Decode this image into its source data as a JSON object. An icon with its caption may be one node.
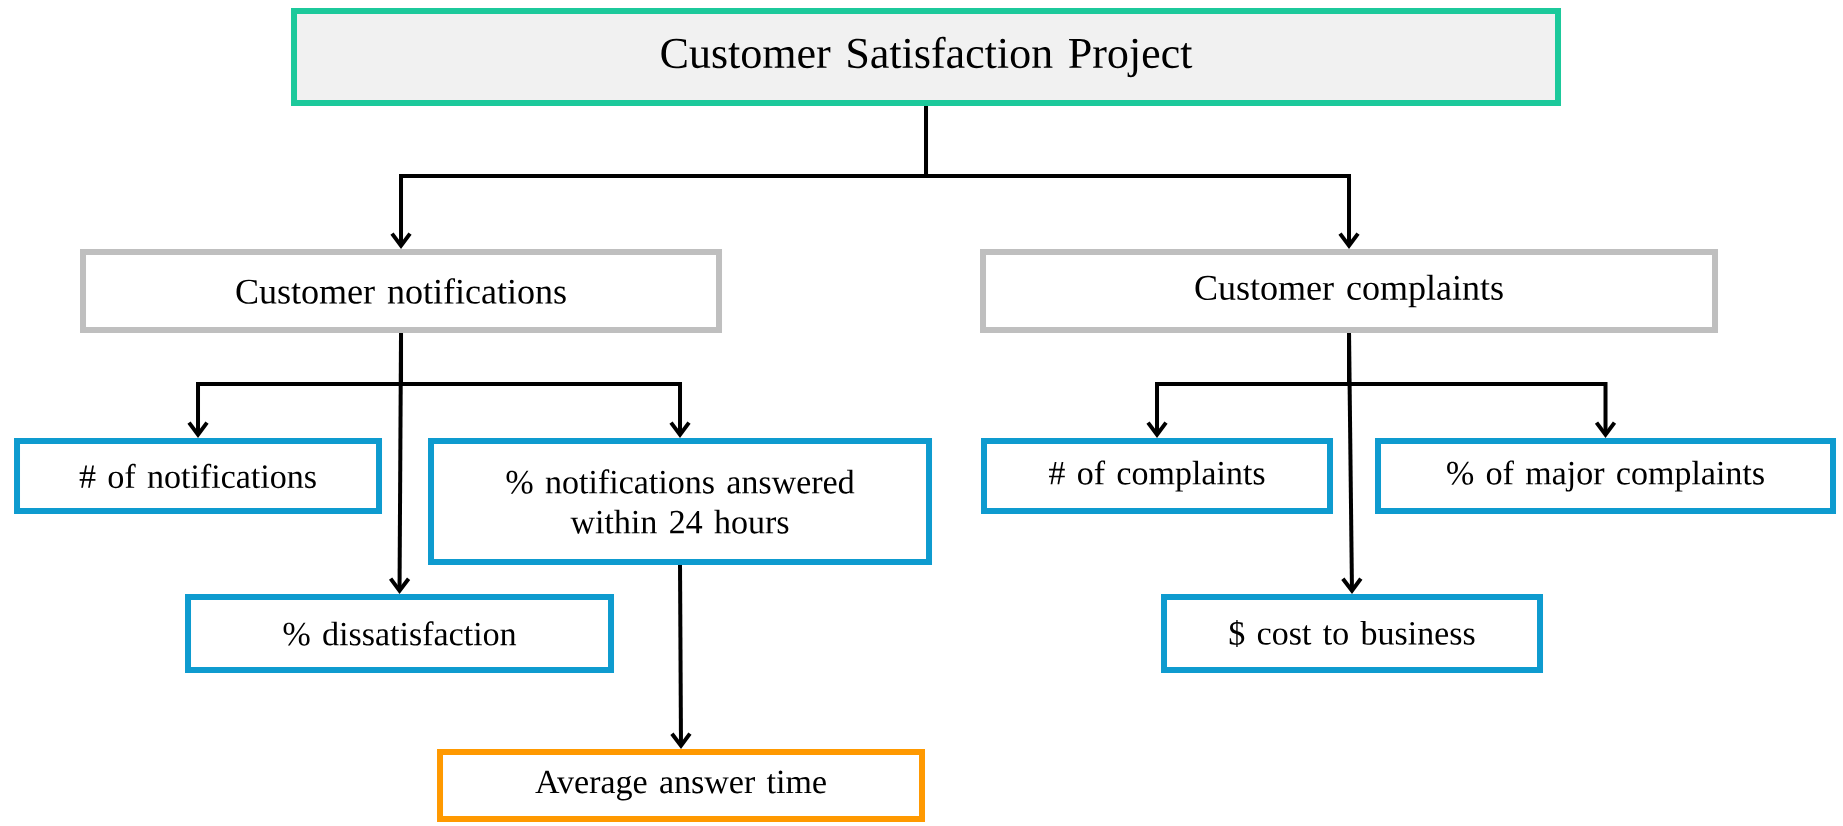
{
  "diagram": {
    "nodes": [
      {
        "text": [
          "Customer Satisfaction Project"
        ]
      },
      {
        "text": [
          "Customer notifications"
        ]
      },
      {
        "text": [
          "Customer complaints"
        ]
      },
      {
        "text": [
          "# of notifications"
        ]
      },
      {
        "text": [
          "% notifications answered within 24 hours"
        ]
      },
      {
        "text": [
          "% dissatisfaction"
        ]
      },
      {
        "text": [
          "Average answer time"
        ]
      },
      {
        "text": [
          "# of complaints"
        ]
      },
      {
        "text": [
          "% of major complaints"
        ]
      },
      {
        "text": [
          "$ cost to business"
        ]
      }
    ],
    "edges": [
      {
        "from": 0,
        "to": 1,
        "arrow": "to"
      },
      {
        "from": 0,
        "to": 2,
        "arrow": "to"
      },
      {
        "from": 1,
        "to": 3,
        "arrow": "to"
      },
      {
        "from": 1,
        "to": 4,
        "arrow": "to"
      },
      {
        "from": 1,
        "to": 5,
        "arrow": "to"
      },
      {
        "from": 4,
        "to": 6,
        "arrow": "to"
      },
      {
        "from": 2,
        "to": 7,
        "arrow": "to"
      },
      {
        "from": 2,
        "to": 8,
        "arrow": "to"
      },
      {
        "from": 2,
        "to": 9,
        "arrow": "to"
      }
    ]
  }
}
